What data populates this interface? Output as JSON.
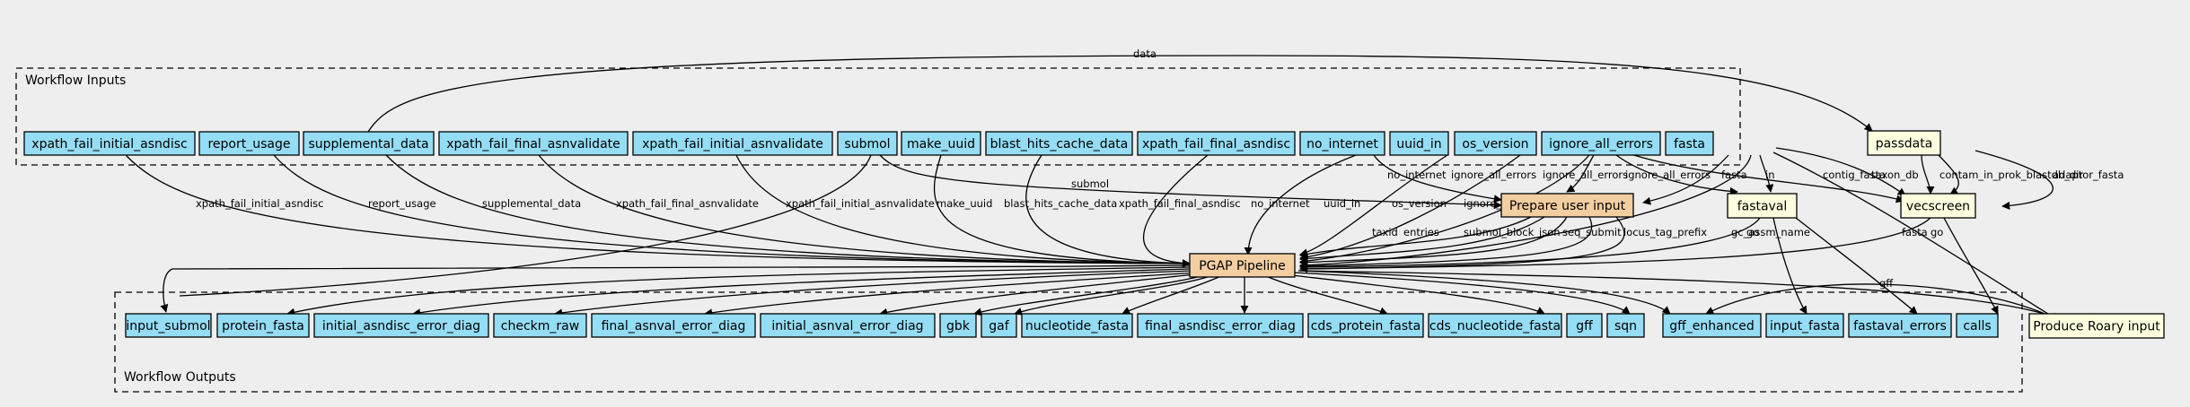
{
  "clusters": {
    "inputs": "Workflow Inputs",
    "outputs": "Workflow Outputs"
  },
  "colors": {
    "background": "#eeeeee",
    "io_node": "#94ddf4",
    "step_node": "#f3cea1",
    "tool_node": "#ffffe0",
    "edge": "#000000"
  },
  "nodes": {
    "in_xpath_fail_initial_asndisc": "xpath_fail_initial_asndisc",
    "in_report_usage": "report_usage",
    "in_supplemental_data": "supplemental_data",
    "in_xpath_fail_final_asnvalidate": "xpath_fail_final_asnvalidate",
    "in_xpath_fail_initial_asnvalidate": "xpath_fail_initial_asnvalidate",
    "in_submol": "submol",
    "in_make_uuid": "make_uuid",
    "in_blast_hits_cache_data": "blast_hits_cache_data",
    "in_xpath_fail_final_asndisc": "xpath_fail_final_asndisc",
    "in_no_internet": "no_internet",
    "in_uuid_in": "uuid_in",
    "in_os_version": "os_version",
    "in_ignore_all_errors": "ignore_all_errors",
    "in_fasta": "fasta",
    "passdata": "passdata",
    "prepare": "Prepare user input",
    "fastaval": "fastaval",
    "vecscreen": "vecscreen",
    "pgap": "PGAP Pipeline",
    "roary": "Produce Roary input",
    "out_input_submol": "input_submol",
    "out_protein_fasta": "protein_fasta",
    "out_initial_asndisc_error_diag": "initial_asndisc_error_diag",
    "out_checkm_raw": "checkm_raw",
    "out_final_asnval_error_diag": "final_asnval_error_diag",
    "out_initial_asnval_error_diag": "initial_asnval_error_diag",
    "out_gbk": "gbk",
    "out_gaf": "gaf",
    "out_nucleotide_fasta": "nucleotide_fasta",
    "out_final_asndisc_error_diag": "final_asndisc_error_diag",
    "out_cds_protein_fasta": "cds_protein_fasta",
    "out_cds_nucleotide_fasta": "cds_nucleotide_fasta",
    "out_gff": "gff",
    "out_sqn": "sqn",
    "out_gff_enhanced": "gff_enhanced",
    "out_input_fasta": "input_fasta",
    "out_fastaval_errors": "fastaval_errors",
    "out_calls": "calls"
  },
  "edge_labels": {
    "data": "data",
    "xpath_fail_initial_asndisc": "xpath_fail_initial_asndisc",
    "report_usage": "report_usage",
    "supplemental_data": "supplemental_data",
    "xpath_fail_final_asnvalidate": "xpath_fail_final_asnvalidate",
    "xpath_fail_initial_asnvalidate": "xpath_fail_initial_asnvalidate",
    "submol": "submol",
    "make_uuid": "make_uuid",
    "blast_hits_cache_data": "blast_hits_cache_data",
    "xpath_fail_final_asndisc": "xpath_fail_final_asndisc",
    "no_internet_a": "no_internet",
    "no_internet_b": "no_internet",
    "uuid_in": "uuid_in",
    "os_version": "os_version",
    "ignore_all_errors_1": "ignore_all_errors",
    "ignore_all_errors_2": "ignore_all_errors",
    "ignore_all_errors_3": "ignore_all_errors",
    "ignore_all_errors_4": "ignore_all_errors",
    "fasta_1": "fasta",
    "fasta_2": "fasta",
    "in": "in",
    "contig_fasta": "contig_fasta",
    "taxon_db": "taxon_db",
    "contam": "contam_in_prok_blastdb_dir",
    "adaptor": "adaptor_fasta",
    "gc_assm_name": "gc_assm_name",
    "taxid": "taxid",
    "entries": "entries",
    "submol_block_json": "submol_block_json",
    "seq_submit": "seq_submit",
    "locus_tag_prefix": "locus_tag_prefix",
    "go_1": "go",
    "go_2": "go",
    "gff": "gff"
  }
}
